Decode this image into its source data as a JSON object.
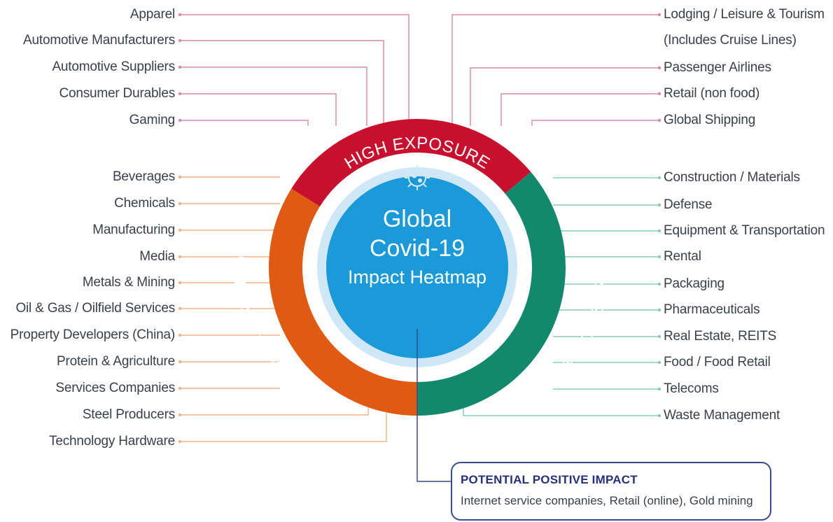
{
  "center": {
    "title_line1": "Global",
    "title_line2": "Covid-19",
    "title_line3": "Impact Heatmap",
    "icon": "virus-icon"
  },
  "segments": {
    "high": {
      "label": "HIGH EXPOSURE",
      "color": "#c8102e"
    },
    "moderate": {
      "label": "MODERATE EXPOSURE",
      "color": "#e05a12"
    },
    "low": {
      "label": "LOW EXPOSURE",
      "color": "#12896b"
    }
  },
  "high_left": [
    "Apparel",
    "Automotive Manufacturers",
    "Automotive Suppliers",
    "Consumer Durables",
    "Gaming"
  ],
  "high_right": [
    "Lodging / Leisure & Tourism",
    "(Includes Cruise Lines)",
    "Passenger Airlines",
    "Retail (non food)",
    "Global Shipping"
  ],
  "moderate_left": [
    "Beverages",
    "Chemicals",
    "Manufacturing",
    "Media",
    "Metals & Mining",
    "Oil & Gas / Oilfield Services",
    "Property Developers (China)",
    "Protein & Agriculture",
    "Services Companies",
    "Steel Producers",
    "Technology Hardware"
  ],
  "low_right": [
    "Construction / Materials",
    "Defense",
    "Equipment & Transportation",
    "Rental",
    "Packaging",
    "Pharmaceuticals",
    "Real Estate, REITS",
    "Food / Food Retail",
    "Telecoms",
    "Waste Management"
  ],
  "positive": {
    "title": "POTENTIAL POSITIVE IMPACT",
    "text": "Internet service companies, Retail (online), Gold mining"
  },
  "colors": {
    "high_line": "#d98aa0",
    "moderate_line": "#f0b48a",
    "low_line": "#86cbb8",
    "center": "#1a9ad9",
    "inner_ring": "#cfe7f7",
    "positive_line": "#3d4a8f"
  }
}
